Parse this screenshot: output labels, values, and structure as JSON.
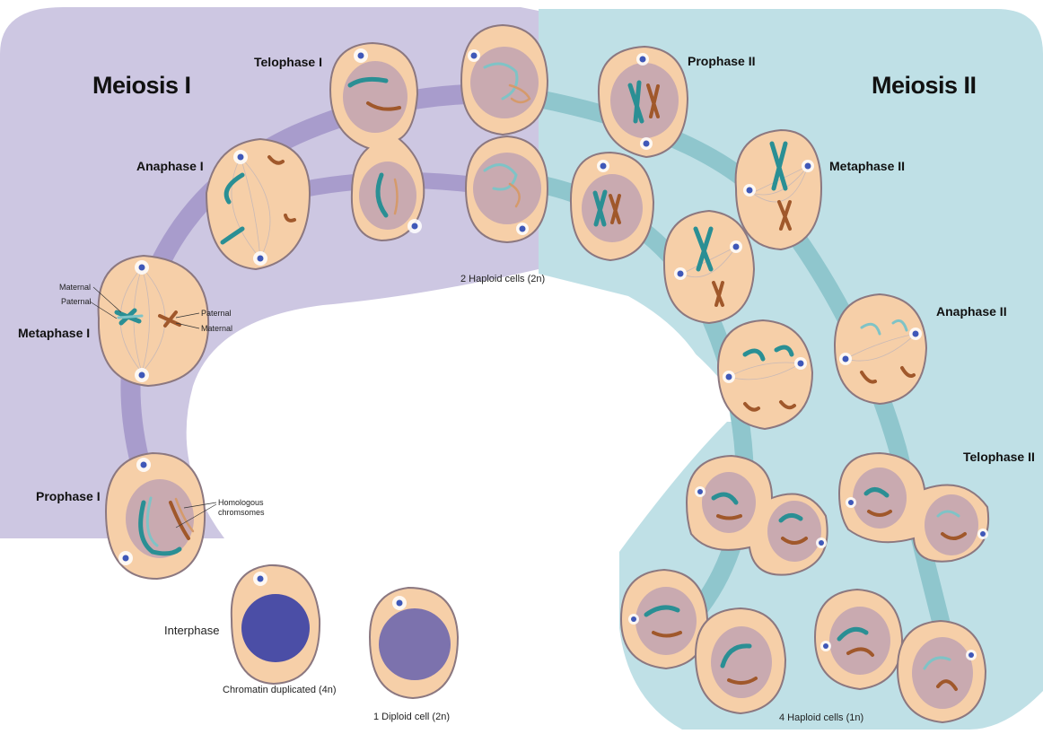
{
  "titles": {
    "meiosis_one": "Meiosis I",
    "meiosis_two": "Meiosis II"
  },
  "phases": {
    "interphase": "Interphase",
    "prophase_one": "Prophase I",
    "metaphase_one": "Metaphase I",
    "anaphase_one": "Anaphase I",
    "telophase_one": "Telophase I",
    "prophase_two": "Prophase II",
    "metaphase_two": "Metaphase II",
    "anaphase_two": "Anaphase II",
    "telophase_two": "Telophase II"
  },
  "labels": {
    "maternal_left": "Maternal",
    "paternal_left": "Paternal",
    "paternal_right": "Paternal",
    "maternal_right": "Maternal",
    "homologous": "Homologous",
    "chromosomes": "chromsomes"
  },
  "captions": {
    "chromatin_duplicated": "Chromatin duplicated (4n)",
    "diploid_cell": "1 Diploid cell (2n)",
    "two_haploid": "2 Haploid cells (2n)",
    "four_haploid": "4 Haploid cells (1n)"
  },
  "colors": {
    "meiosis_one_bg": "#cdc7e2",
    "meiosis_two_bg": "#bfe0e6",
    "cell_fill": "#f6cfa8",
    "maternal": "#2a8f94",
    "paternal": "#a0582b"
  }
}
